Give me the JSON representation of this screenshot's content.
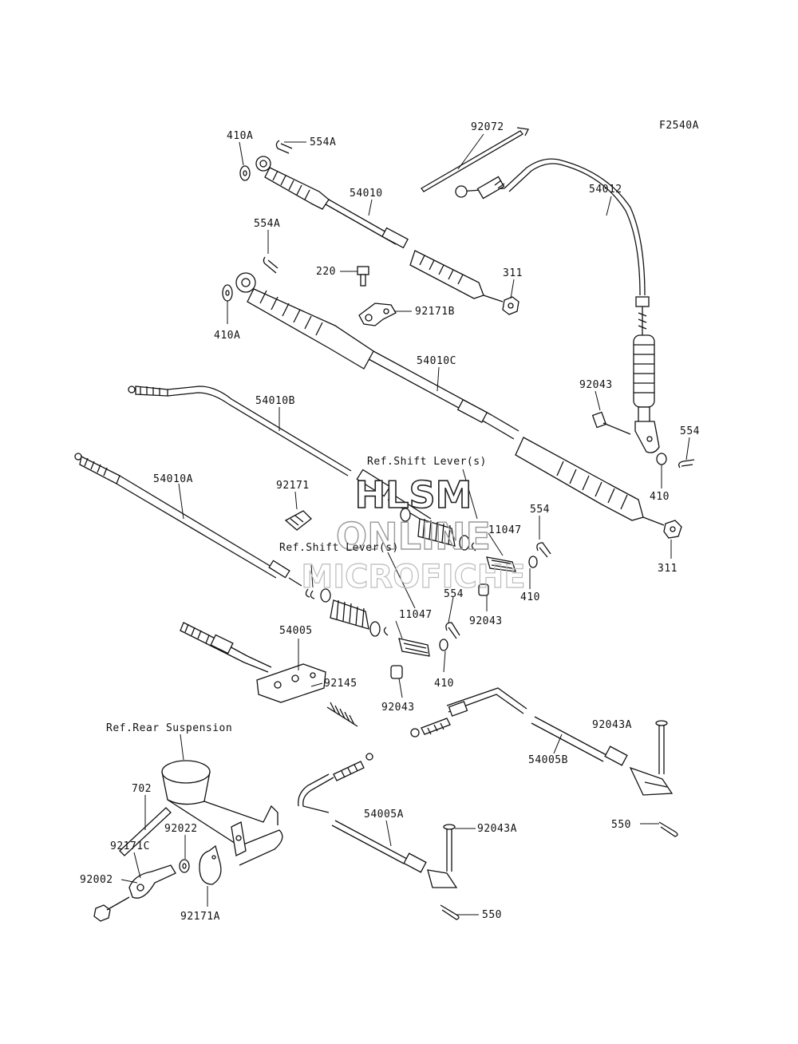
{
  "figure_code": "F2540A",
  "watermark": {
    "line1": "HLSM",
    "line2": "ONLINE",
    "line3": "MICROFICHE"
  },
  "references": {
    "shift_lever_upper": "Ref.Shift Lever(s)",
    "shift_lever_lower": "Ref.Shift Lever(s)",
    "rear_suspension": "Ref.Rear Suspension"
  },
  "parts": {
    "p410A_top": "410A",
    "p554A_top": "554A",
    "p92072": "92072",
    "p54012": "54012",
    "p54010": "54010",
    "p554A_mid": "554A",
    "p220": "220",
    "p311_top": "311",
    "p92171B": "92171B",
    "p410A_mid": "410A",
    "p54010C": "54010C",
    "p92043_right": "92043",
    "p554_right": "554",
    "p54010B": "54010B",
    "p410_right": "410",
    "p54010A": "54010A",
    "p92171": "92171",
    "p554_mid": "554",
    "p11047_upper": "11047",
    "p311_bottom": "311",
    "p410_mid": "410",
    "p554_lower": "554",
    "p92043_mid": "92043",
    "p11047_lower": "11047",
    "p54005": "54005",
    "p92145": "92145",
    "p410_lower": "410",
    "p92043_lower": "92043",
    "p92043A_right": "92043A",
    "p54005B": "54005B",
    "p702": "702",
    "p550_right": "550",
    "p92022": "92022",
    "p54005A": "54005A",
    "p92043A_mid": "92043A",
    "p92171C": "92171C",
    "p92002": "92002",
    "p92171A": "92171A",
    "p550_bottom": "550"
  }
}
